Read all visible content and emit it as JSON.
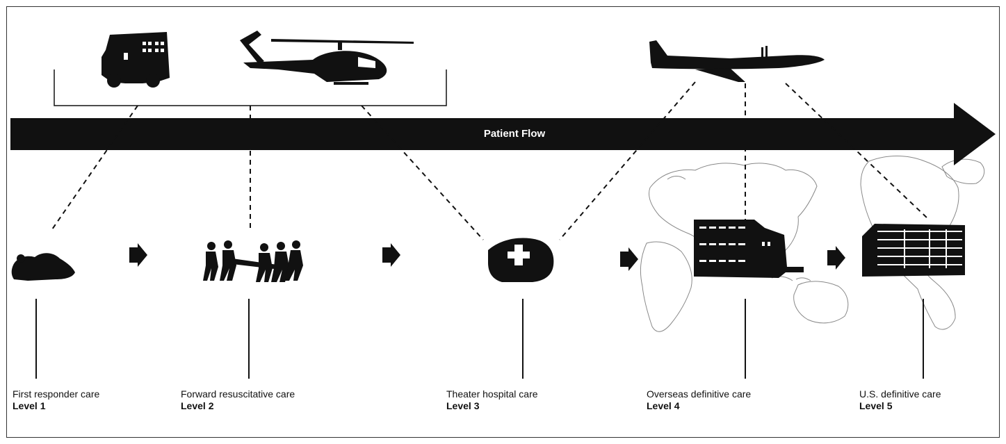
{
  "flow_label": "Patient Flow",
  "levels": [
    {
      "name": "First responder care",
      "level": "Level 1"
    },
    {
      "name": "Forward resuscitative care",
      "level": "Level 2"
    },
    {
      "name": "Theater hospital care",
      "level": "Level 3"
    },
    {
      "name": "Overseas definitive care",
      "level": "Level 4"
    },
    {
      "name": "U.S. definitive care",
      "level": "Level 5"
    }
  ],
  "icons": [
    "ambulance-icon",
    "helicopter-icon",
    "cargo-plane-icon",
    "wounded-soldier-icon",
    "stretcher-bearers-icon",
    "medical-tent-icon",
    "overseas-hospital-icon",
    "us-hospital-icon",
    "world-map-icon"
  ],
  "colors": {
    "primary": "#111111",
    "map": "#888888",
    "background": "#ffffff"
  }
}
